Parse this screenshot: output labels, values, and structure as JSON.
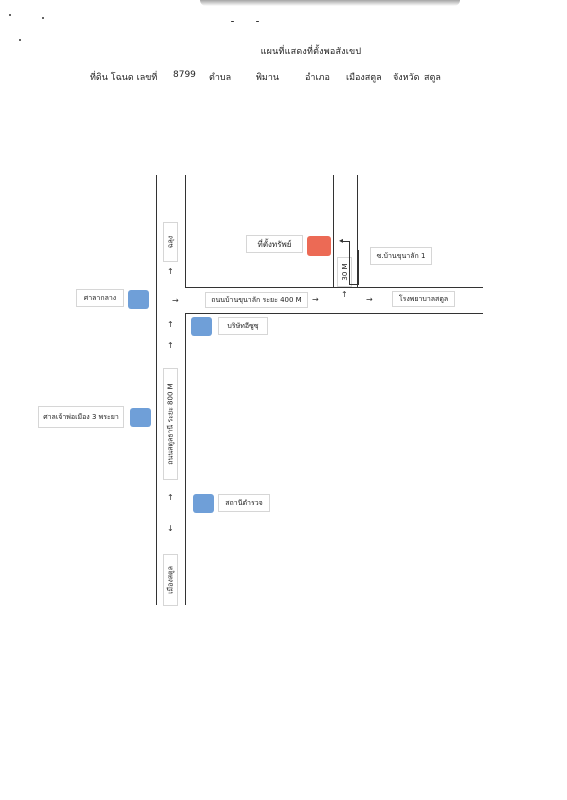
{
  "title": "แผนที่แสดงที่ตั้งพอสังเขป",
  "header": {
    "land_type": "ที่ดิน โฉนด เลขที่",
    "deed_number": "8799",
    "subdistrict_label": "ตำบล",
    "subdistrict": "พิมาน",
    "district_label": "อำเภอ",
    "district": "เมืองสตูล",
    "province_label": "จังหวัด",
    "province": "สตูล"
  },
  "roads": {
    "main_road": "ถนนสตูลธานี ระยะ 800 M",
    "side_road": "ถนนบ้านขุนาลัก ระยะ 400 M",
    "soi_distance": "30 M",
    "north_direction": "ฉลุง",
    "south_direction": "เมืองสตูล"
  },
  "landmarks": {
    "property": "ที่ตั้งทรัพย์",
    "soi": "ซ.บ้านขุนาลัก 1",
    "hospital": "โรงพยาบาลสตูล",
    "city_hall": "ศาลากลาง",
    "company": "บริษัทอีซูซุ",
    "shrine": "ศาลเจ้าพ่อเมือง 3 พระยา",
    "police_station": "สถานีตำรวจ"
  },
  "colors": {
    "property_marker": "#ec6a55",
    "landmark_marker": "#6f9fd8",
    "road_line": "#333333"
  }
}
